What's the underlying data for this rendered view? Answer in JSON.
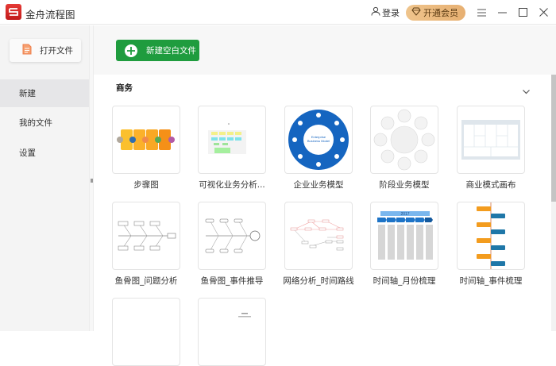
{
  "app": {
    "title": "金舟流程图"
  },
  "titlebar": {
    "login_label": "登录",
    "vip_label": "开通会员",
    "icons": [
      "user-icon",
      "diamond-icon",
      "menu-icon",
      "minimize-icon",
      "maximize-icon",
      "close-icon"
    ]
  },
  "sidebar": {
    "open_file_label": "打开文件",
    "items": [
      {
        "label": "新建",
        "active": true
      },
      {
        "label": "我的文件",
        "active": false
      },
      {
        "label": "设置",
        "active": false
      }
    ]
  },
  "main": {
    "new_blank_label": "新建空白文件",
    "section": {
      "title": "商务",
      "expanded": true
    },
    "templates": [
      {
        "label": "步骤图",
        "thumb": "steps"
      },
      {
        "label": "可视化业务分析...",
        "thumb": "visual-analysis"
      },
      {
        "label": "企业业务模型",
        "thumb": "enterprise-model"
      },
      {
        "label": "阶段业务模型",
        "thumb": "stage-model"
      },
      {
        "label": "商业模式画布",
        "thumb": "business-canvas"
      },
      {
        "label": "鱼骨图_问题分析",
        "thumb": "fishbone-1"
      },
      {
        "label": "鱼骨图_事件推导",
        "thumb": "fishbone-2"
      },
      {
        "label": "网络分析_时间路线",
        "thumb": "network"
      },
      {
        "label": "时间轴_月份梳理",
        "thumb": "timeline-month"
      },
      {
        "label": "时间轴_事件梳理",
        "thumb": "timeline-event"
      },
      {
        "label": "",
        "thumb": "blank"
      },
      {
        "label": "",
        "thumb": "partial"
      }
    ],
    "timeline_year": "2017"
  },
  "colors": {
    "accent_green": "#1f9c3e",
    "logo_red": "#d92b27",
    "vip_gold": "#e9b87a",
    "active_nav_bg": "#e6e6e8"
  }
}
